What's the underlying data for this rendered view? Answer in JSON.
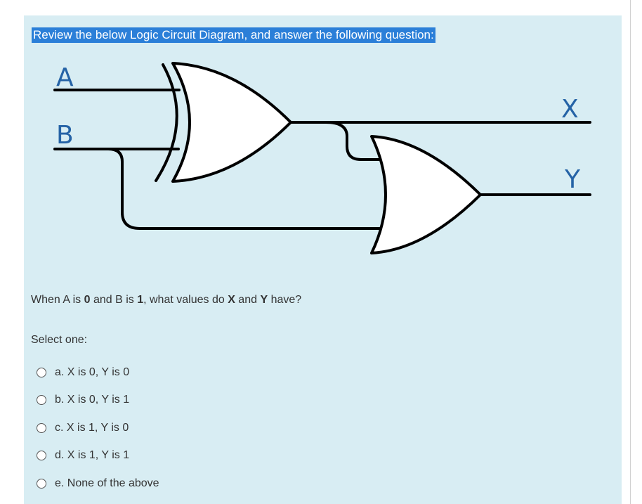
{
  "prompt": "Review the below Logic Circuit Diagram, and answer the following question:",
  "diagram": {
    "input_a": "A",
    "input_b": "B",
    "output_x": "X",
    "output_y": "Y",
    "gate_1": "xor-gate",
    "gate_2": "or-gate"
  },
  "question": {
    "part1": "When A is ",
    "a_value": "0",
    "part2": " and B is ",
    "b_value": "1",
    "part3": ", what values do ",
    "x_label": "X",
    "part4": " and ",
    "y_label": "Y",
    "part5": " have?"
  },
  "select_label": "Select one:",
  "options": [
    "a. X is 0, Y is 0",
    "b. X is 0, Y is 1",
    "c. X is 1, Y is 0",
    "d. X is 1, Y is 1",
    "e. None of the above"
  ],
  "colors": {
    "panel": "#d8edf3",
    "highlight": "#2b7fd8",
    "label": "#2563a6",
    "text": "#333333"
  }
}
